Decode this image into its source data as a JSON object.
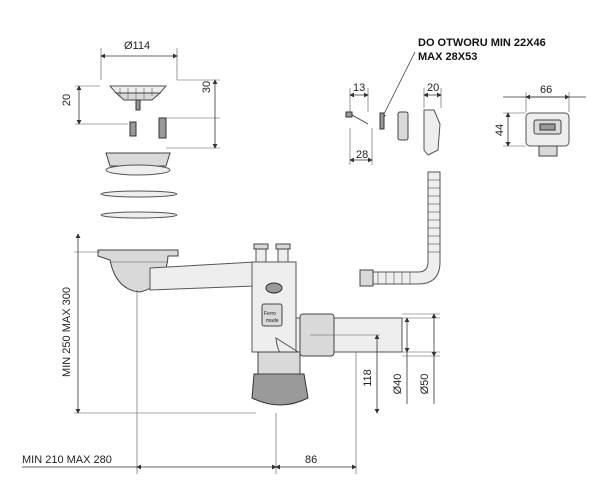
{
  "labels": {
    "d114": "Ø114",
    "h20_left": "20",
    "h30": "30",
    "h13": "13",
    "h20_clip": "20",
    "h28": "28",
    "w66": "66",
    "h44": "44",
    "note_line1": "DO OTWORU MIN 22X46",
    "note_line2": "MAX 28X53",
    "vertical_range": "MIN 250 MAX 300",
    "h118": "118",
    "d40": "Ø40",
    "d50": "Ø50",
    "horizontal_range": "MIN 210 MAX 280",
    "w86": "86",
    "siphon_badge_1": "Ferro",
    "siphon_badge_2": "made"
  }
}
